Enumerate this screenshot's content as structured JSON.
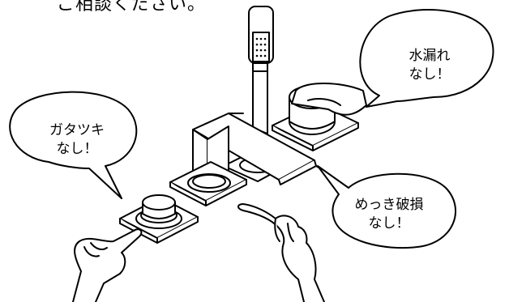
{
  "header_text": "ご相談ください。",
  "bubbles": {
    "water_leak": {
      "line1": "水漏れ",
      "line2": "なし！"
    },
    "wobble": {
      "line1": "ガタツキ",
      "line2": "なし！"
    },
    "plating": {
      "line1": "めっき破損",
      "line2": "なし！"
    }
  }
}
